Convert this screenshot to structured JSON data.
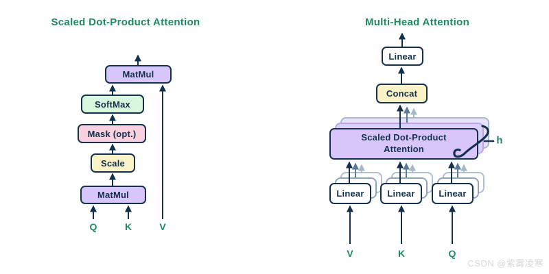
{
  "left_diagram": {
    "title": "Scaled Dot-Product Attention",
    "boxes": [
      {
        "id": "matmul-top",
        "label": "MatMul",
        "fill": "#d8c6fb"
      },
      {
        "id": "softmax",
        "label": "SoftMax",
        "fill": "#d9f7dc"
      },
      {
        "id": "mask",
        "label": "Mask (opt.)",
        "fill": "#f9d0de"
      },
      {
        "id": "scale",
        "label": "Scale",
        "fill": "#fcf4c9"
      },
      {
        "id": "matmul-bottom",
        "label": "MatMul",
        "fill": "#d8c6fb"
      }
    ],
    "inputs": [
      "Q",
      "K",
      "V"
    ]
  },
  "right_diagram": {
    "title": "Multi-Head Attention",
    "linear_out": "Linear",
    "concat": "Concat",
    "sdpa": {
      "line1": "Scaled Dot-Product",
      "line2": "Attention"
    },
    "heads_label": "h",
    "linears": [
      "Linear",
      "Linear",
      "Linear"
    ],
    "inputs": [
      "V",
      "K",
      "Q"
    ]
  },
  "watermark": "CSDN @紫雾凌寒",
  "colors": {
    "navy_border_text": "#14304d",
    "green_labels": "#1d8a5f",
    "lavender": "#d8c6fb",
    "mint": "#d9f7dc",
    "pink": "#f9d0de",
    "pale_yellow": "#fbf3c8",
    "ghost_purple_border": "#b7a8ea",
    "ghost_gray_border": "#a6b8c9",
    "arrow_front": "#14304d",
    "arrow_middle": "#5b7a95",
    "arrow_back": "#a6b8c9",
    "watermark_gray": "#d6d8da"
  }
}
